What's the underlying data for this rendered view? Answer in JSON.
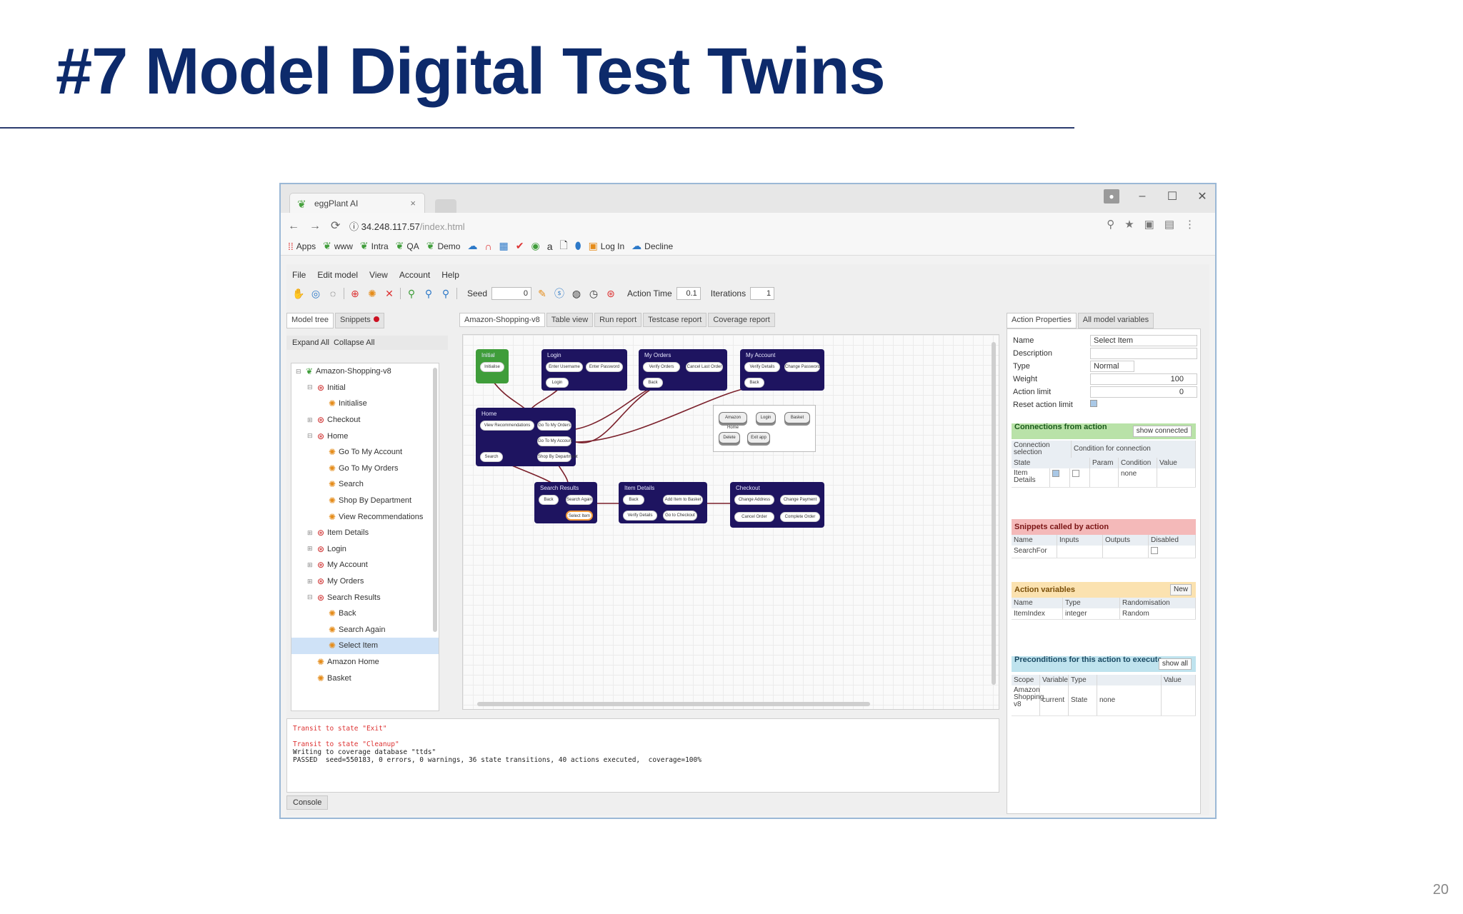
{
  "slide": {
    "title": "#7 Model Digital Test Twins",
    "page_number": "20"
  },
  "browser": {
    "tab_title": "eggPlant AI",
    "url_host": "34.248.117.57",
    "url_path": "/index.html",
    "bookmarks": [
      "Apps",
      "www",
      "Intra",
      "QA",
      "Demo",
      "Log In",
      "Decline"
    ]
  },
  "menu": [
    "File",
    "Edit model",
    "View",
    "Account",
    "Help"
  ],
  "toolbar": {
    "seed_label": "Seed",
    "seed_value": "0",
    "action_time_label": "Action Time",
    "action_time_value": "0.1",
    "iterations_label": "Iterations",
    "iterations_value": "1"
  },
  "left_panel": {
    "tabs": [
      "Model tree",
      "Snippets"
    ],
    "expand_all": "Expand All",
    "collapse_all": "Collapse All",
    "tree": [
      {
        "label": "Amazon-Shopping-v8",
        "depth": 0,
        "kind": "root",
        "exp": "−"
      },
      {
        "label": "Initial",
        "depth": 1,
        "kind": "state",
        "exp": "−"
      },
      {
        "label": "Initialise",
        "depth": 2,
        "kind": "action",
        "exp": ""
      },
      {
        "label": "Checkout",
        "depth": 1,
        "kind": "state",
        "exp": "+"
      },
      {
        "label": "Home",
        "depth": 1,
        "kind": "state",
        "exp": "−"
      },
      {
        "label": "Go To My Account",
        "depth": 2,
        "kind": "action",
        "exp": ""
      },
      {
        "label": "Go To My Orders",
        "depth": 2,
        "kind": "action",
        "exp": ""
      },
      {
        "label": "Search",
        "depth": 2,
        "kind": "action",
        "exp": ""
      },
      {
        "label": "Shop By Department",
        "depth": 2,
        "kind": "action",
        "exp": ""
      },
      {
        "label": "View Recommendations",
        "depth": 2,
        "kind": "action",
        "exp": ""
      },
      {
        "label": "Item Details",
        "depth": 1,
        "kind": "state",
        "exp": "+"
      },
      {
        "label": "Login",
        "depth": 1,
        "kind": "state",
        "exp": "+"
      },
      {
        "label": "My Account",
        "depth": 1,
        "kind": "state",
        "exp": "+"
      },
      {
        "label": "My Orders",
        "depth": 1,
        "kind": "state",
        "exp": "+"
      },
      {
        "label": "Search Results",
        "depth": 1,
        "kind": "state",
        "exp": "−"
      },
      {
        "label": "Back",
        "depth": 2,
        "kind": "action",
        "exp": ""
      },
      {
        "label": "Search Again",
        "depth": 2,
        "kind": "action",
        "exp": ""
      },
      {
        "label": "Select Item",
        "depth": 2,
        "kind": "action",
        "exp": "",
        "selected": true
      },
      {
        "label": "Amazon Home",
        "depth": 1,
        "kind": "action",
        "exp": ""
      },
      {
        "label": "Basket",
        "depth": 1,
        "kind": "action",
        "exp": ""
      }
    ]
  },
  "center": {
    "tabs": [
      "Amazon-Shopping-v8",
      "Table view",
      "Run report",
      "Testcase report",
      "Coverage report"
    ],
    "states": [
      {
        "name": "Initial",
        "init": true,
        "actions": [
          "Initialise"
        ]
      },
      {
        "name": "Login",
        "actions": [
          "Enter Username",
          "Enter Password",
          "Login"
        ]
      },
      {
        "name": "My Orders",
        "actions": [
          "Verify Orders",
          "Cancel Last Order",
          "Back"
        ]
      },
      {
        "name": "My Account",
        "actions": [
          "Verify Details",
          "Change Password",
          "Back"
        ]
      },
      {
        "name": "Home",
        "actions": [
          "View Recommendations",
          "Go To My Orders",
          "Go To My Account",
          "Search",
          "Shop By Department"
        ]
      },
      {
        "name": "Search Results",
        "actions": [
          "Back",
          "Search Again",
          "Select Item"
        ]
      },
      {
        "name": "Item Details",
        "actions": [
          "Back",
          "Add Item to Basket",
          "Verify Details",
          "Go to Checkout"
        ]
      },
      {
        "name": "Checkout",
        "actions": [
          "Change Address",
          "Change Payment",
          "Cancel Order",
          "Complete Order"
        ]
      }
    ],
    "snippets": [
      "Amazon Home",
      "Login",
      "Basket",
      "Delete",
      "Exit app"
    ]
  },
  "right_panel": {
    "tabs": [
      "Action Properties",
      "All model variables"
    ],
    "fields": [
      {
        "label": "Name",
        "value": "Select Item"
      },
      {
        "label": "Description",
        "value": ""
      },
      {
        "label": "Type",
        "value": "Normal"
      },
      {
        "label": "Weight",
        "value": "100"
      },
      {
        "label": "Action limit",
        "value": "0"
      },
      {
        "label": "Reset action limit",
        "value": ""
      }
    ],
    "connections": {
      "title": "Connections from action",
      "filter": "show connected",
      "headers": [
        "Connection selection",
        "Condition for connection"
      ],
      "subheaders": [
        "State",
        "Param",
        "Condition",
        "Value"
      ],
      "rows": [
        {
          "state": "Item Details",
          "condition": "none"
        }
      ]
    },
    "snippets": {
      "title": "Snippets called by action",
      "headers": [
        "Name",
        "Inputs",
        "Outputs",
        "Disabled"
      ],
      "rows": [
        {
          "name": "SearchFor"
        }
      ]
    },
    "variables": {
      "title": "Action variables",
      "new_label": "New",
      "headers": [
        "Name",
        "Type",
        "Randomisation"
      ],
      "rows": [
        {
          "name": "ItemIndex",
          "type": "integer",
          "rand": "Random"
        }
      ]
    },
    "preconditions": {
      "title": "Preconditions for this action to execute",
      "filter": "show all",
      "headers": [
        "Scope",
        "Variable",
        "Type",
        "",
        "Value"
      ],
      "rows": [
        {
          "scope": "Amazon Shopping v8",
          "variable": "current",
          "type": "State",
          "value": "none"
        }
      ]
    }
  },
  "console": {
    "lines": [
      {
        "text": "Transit to state \"Exit\"",
        "err": true
      },
      {
        "text": "",
        "err": false
      },
      {
        "text": "Transit to state \"Cleanup\"",
        "err": true
      },
      {
        "text": "Writing to coverage database \"ttds\"",
        "err": false
      },
      {
        "text": "PASSED  seed=550183, 0 errors, 0 warnings, 36 state transitions, 40 actions executed,  coverage=100%",
        "err": false
      }
    ],
    "tab_label": "Console"
  }
}
